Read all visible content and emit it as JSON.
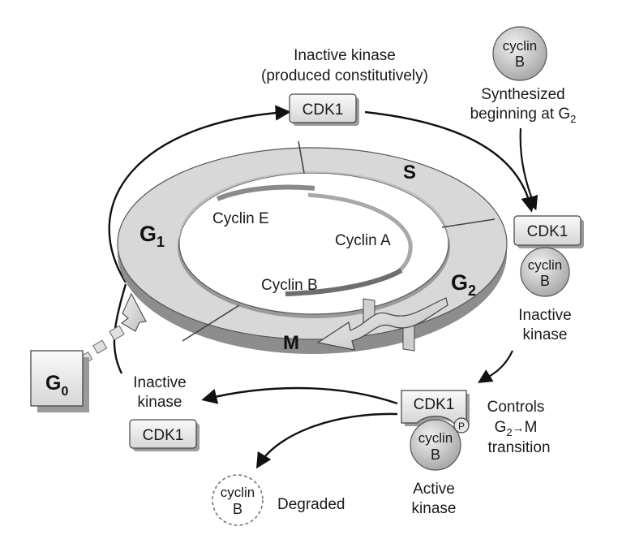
{
  "phases": {
    "g1": "G",
    "g1_sub": "1",
    "s": "S",
    "g2": "G",
    "g2_sub": "2",
    "m": "M",
    "g0": "G",
    "g0_sub": "0"
  },
  "cyclin_bands": {
    "e": "Cyclin E",
    "a": "Cyclin A",
    "b": "Cyclin B"
  },
  "top": {
    "caption_line1": "Inactive kinase",
    "caption_line2": "(produced constitutively)",
    "box": "CDK1"
  },
  "synth": {
    "ball_line1": "cyclin",
    "ball_line2": "B",
    "caption_line1": "Synthesized",
    "caption_line2_pre": "beginning at G",
    "caption_line2_sub": "2"
  },
  "right_complex": {
    "box": "CDK1",
    "ball_line1": "cyclin",
    "ball_line2": "B",
    "caption_line1": "Inactive",
    "caption_line2": "kinase"
  },
  "active_complex": {
    "box": "CDK1",
    "phospho": "P",
    "ball_line1": "cyclin",
    "ball_line2": "B",
    "caption_line1": "Active",
    "caption_line2": "kinase",
    "controls_line1": "Controls",
    "controls_g": "G",
    "controls_sub": "2",
    "controls_arrow": "→",
    "controls_m": "M",
    "controls_line3": "transition"
  },
  "left_inactive": {
    "caption_line1": "Inactive",
    "caption_line2": "kinase",
    "box": "CDK1"
  },
  "degraded": {
    "ball_line1": "cyclin",
    "ball_line2": "B",
    "label": "Degraded"
  }
}
